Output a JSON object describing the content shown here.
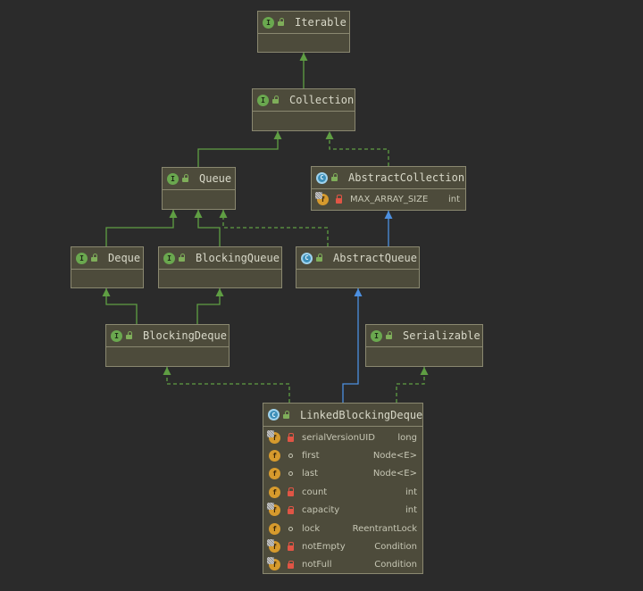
{
  "colors": {
    "background": "#2b2b2b",
    "node_fill": "#4d4b3b",
    "node_border": "#8a8870",
    "interface_badge": "#6aa84f",
    "class_badge": "#3d8fb8",
    "field_badge": "#d69a2d",
    "extends_interface_edge": "#5f9e43",
    "implements_edge": "#5f9e43",
    "extends_class_edge": "#4c8fe0",
    "private_lock": "#e05545"
  },
  "nodes": {
    "iterable": {
      "kind": "interface",
      "badge": "I",
      "title": "Iterable"
    },
    "collection": {
      "kind": "interface",
      "badge": "I",
      "title": "Collection"
    },
    "queue": {
      "kind": "interface",
      "badge": "I",
      "title": "Queue"
    },
    "abstract_collection": {
      "kind": "abstract-class",
      "badge": "C",
      "title": "AbstractCollection",
      "fields": [
        {
          "badge": "f",
          "static": true,
          "visibility": "private",
          "name": "MAX_ARRAY_SIZE",
          "type": "int"
        }
      ]
    },
    "deque": {
      "kind": "interface",
      "badge": "I",
      "title": "Deque"
    },
    "blocking_queue": {
      "kind": "interface",
      "badge": "I",
      "title": "BlockingQueue"
    },
    "abstract_queue": {
      "kind": "abstract-class",
      "badge": "C",
      "title": "AbstractQueue"
    },
    "blocking_deque": {
      "kind": "interface",
      "badge": "I",
      "title": "BlockingDeque"
    },
    "serializable": {
      "kind": "interface",
      "badge": "I",
      "title": "Serializable"
    },
    "linked_blocking_deque": {
      "kind": "class",
      "badge": "C",
      "title": "LinkedBlockingDeque",
      "fields": [
        {
          "badge": "f",
          "static": true,
          "visibility": "private",
          "name": "serialVersionUID",
          "type": "long"
        },
        {
          "badge": "f",
          "static": false,
          "visibility": "package",
          "name": "first",
          "type": "Node<E>"
        },
        {
          "badge": "f",
          "static": false,
          "visibility": "package",
          "name": "last",
          "type": "Node<E>"
        },
        {
          "badge": "f",
          "static": false,
          "visibility": "private",
          "name": "count",
          "type": "int"
        },
        {
          "badge": "f",
          "static": true,
          "visibility": "private",
          "name": "capacity",
          "type": "int"
        },
        {
          "badge": "f",
          "static": false,
          "visibility": "package",
          "name": "lock",
          "type": "ReentrantLock"
        },
        {
          "badge": "f",
          "static": true,
          "visibility": "private",
          "name": "notEmpty",
          "type": "Condition"
        },
        {
          "badge": "f",
          "static": true,
          "visibility": "private",
          "name": "notFull",
          "type": "Condition"
        }
      ]
    }
  },
  "edges": [
    {
      "from": "collection",
      "to": "iterable",
      "type": "extends-interface"
    },
    {
      "from": "queue",
      "to": "collection",
      "type": "extends-interface"
    },
    {
      "from": "abstract_collection",
      "to": "collection",
      "type": "implements"
    },
    {
      "from": "deque",
      "to": "queue",
      "type": "extends-interface"
    },
    {
      "from": "blocking_queue",
      "to": "queue",
      "type": "extends-interface"
    },
    {
      "from": "abstract_queue",
      "to": "queue",
      "type": "implements"
    },
    {
      "from": "abstract_queue",
      "to": "abstract_collection",
      "type": "extends-class"
    },
    {
      "from": "blocking_deque",
      "to": "deque",
      "type": "extends-interface"
    },
    {
      "from": "blocking_deque",
      "to": "blocking_queue",
      "type": "extends-interface"
    },
    {
      "from": "linked_blocking_deque",
      "to": "blocking_deque",
      "type": "implements"
    },
    {
      "from": "linked_blocking_deque",
      "to": "abstract_queue",
      "type": "extends-class"
    },
    {
      "from": "linked_blocking_deque",
      "to": "serializable",
      "type": "implements"
    }
  ]
}
